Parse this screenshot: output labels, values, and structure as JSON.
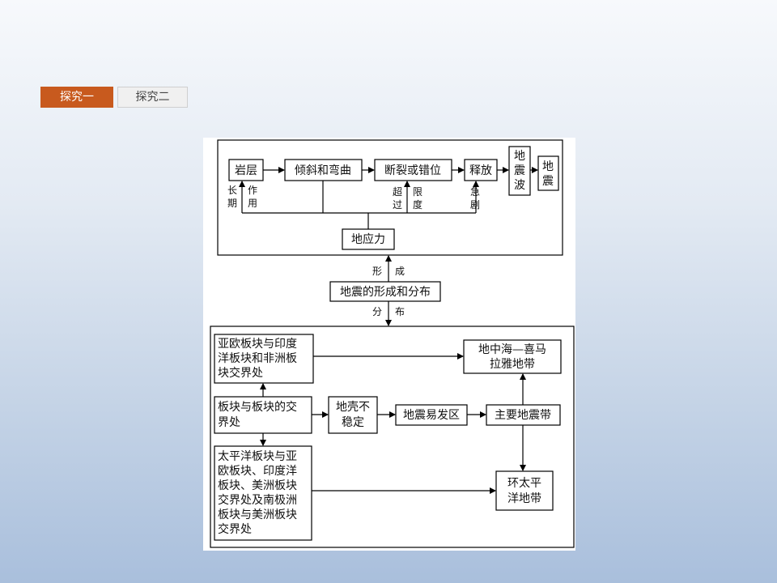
{
  "tabs": [
    {
      "label": "探究一",
      "active": true
    },
    {
      "label": "探究二",
      "active": false
    }
  ],
  "diagram": {
    "top": {
      "rock": "岩层",
      "tilt": "倾斜和弯曲",
      "fault": "断裂或错位",
      "release": "释放",
      "seismic_wave": [
        "地",
        "震",
        "波"
      ],
      "earthquake": [
        "地",
        "震"
      ],
      "label_long": [
        "长",
        "期"
      ],
      "label_act": [
        "作",
        "用"
      ],
      "label_exceed": [
        "超",
        "过"
      ],
      "label_limit": [
        "限",
        "度"
      ],
      "label_sudden": [
        "急",
        "剧"
      ],
      "crust_stress": "地应力"
    },
    "middle": {
      "form_1": "形",
      "form_2": "成",
      "center": "地震的形成和分布",
      "dist_1": "分",
      "dist_2": "布"
    },
    "bottom": {
      "eurasia_india_africa": [
        "亚欧板块与印度",
        "洋板块和非洲板",
        "块交界处"
      ],
      "plate_boundary": [
        "板块与板块的交",
        "界处"
      ],
      "pacific_etc": [
        "太平洋板块与亚",
        "欧板块、印度洋",
        "板块、美洲板块",
        "交界处及南极洲",
        "板块与美洲板块",
        "交界处"
      ],
      "unstable_crust": [
        "地壳不",
        "稳定"
      ],
      "prone_area": "地震易发区",
      "main_belt": "主要地震带",
      "mediterranean": [
        "地中海—喜马",
        "拉雅地带"
      ],
      "circum_pacific": [
        "环太平",
        "洋地带"
      ]
    }
  }
}
